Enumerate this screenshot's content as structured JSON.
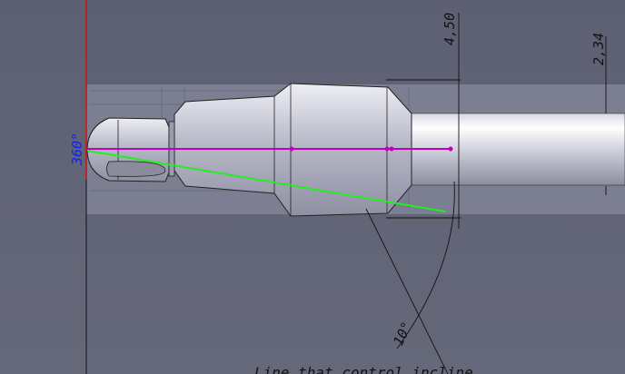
{
  "viewport": {
    "dimensions": {
      "height_dim": "4,50",
      "diameter_dim": "2,34",
      "angle_dim": "10°",
      "revolve_angle": "360°"
    },
    "annotation": "Line that control incline",
    "colors": {
      "background": "#5f6276",
      "axis": "#cc1111",
      "profile_line": "#c000c0",
      "incline_line": "#22ee22",
      "angle_label": "#1020ff"
    }
  }
}
